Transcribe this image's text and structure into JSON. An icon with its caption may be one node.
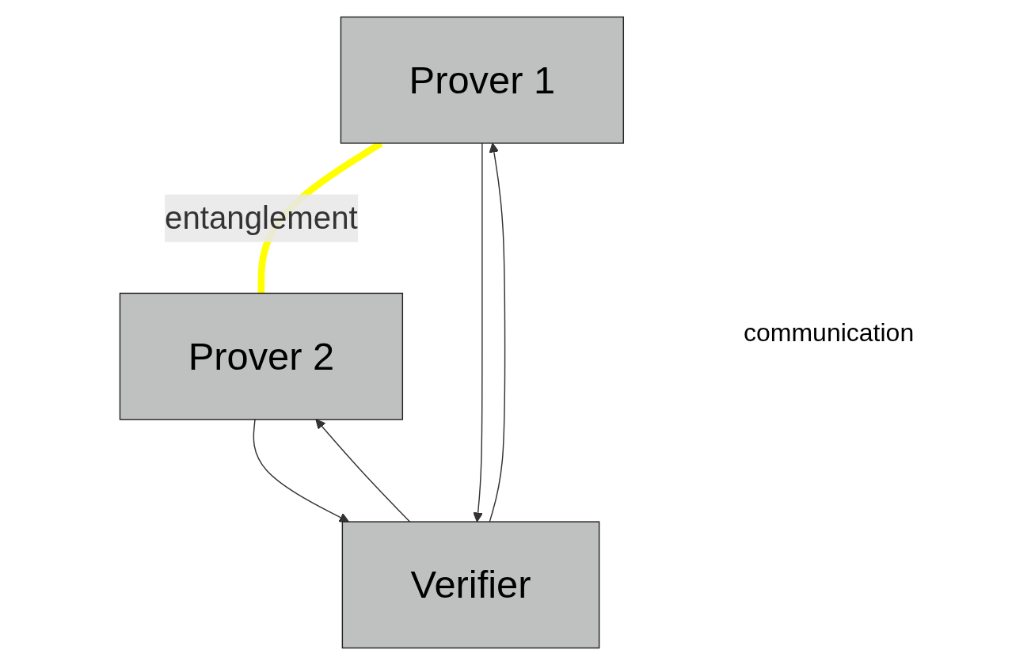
{
  "diagram": {
    "nodes": [
      {
        "text": [
          "Prover 1"
        ]
      },
      {
        "text": [
          "Prover 2"
        ]
      },
      {
        "text": [
          "Verifier"
        ]
      }
    ],
    "edges": [
      {
        "from": 0,
        "to": 1,
        "arrow": "none",
        "label": "entanglement",
        "style": "thick",
        "color": "#ffff00"
      },
      {
        "from": 0,
        "to": 2,
        "arrow": "to"
      },
      {
        "from": 2,
        "to": 0,
        "arrow": "to"
      },
      {
        "from": 2,
        "to": 1,
        "arrow": "to"
      },
      {
        "from": 1,
        "to": 2,
        "arrow": "to"
      }
    ],
    "labels": [
      "communication"
    ]
  }
}
